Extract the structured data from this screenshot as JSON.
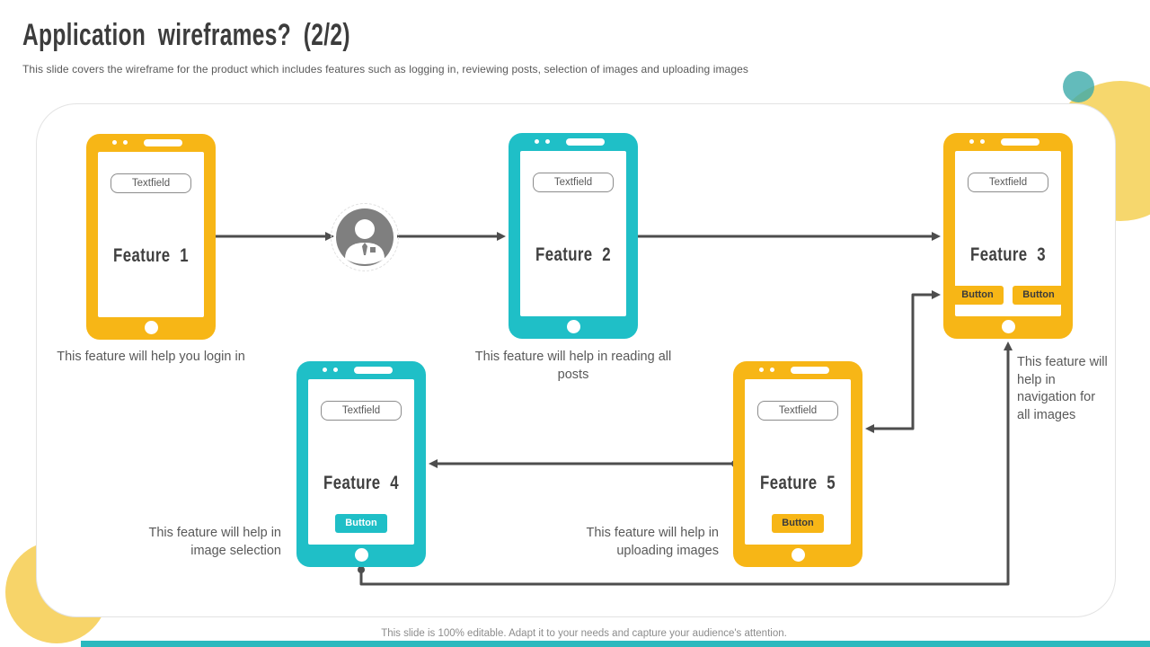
{
  "header": {
    "title": "Application wireframes? (2/2)",
    "subtitle": "This slide covers the wireframe for the product which includes features such as logging in, reviewing posts, selection of images and uploading images"
  },
  "phones": [
    {
      "label": "Feature 1",
      "textfield": "Textfield",
      "buttons": [],
      "caption": "This feature will help you login in",
      "color": "#f7b616"
    },
    {
      "label": "Feature 2",
      "textfield": "Textfield",
      "buttons": [],
      "caption": "This feature will help in reading all posts",
      "color": "#1fbfc7"
    },
    {
      "label": "Feature 3",
      "textfield": "Textfield",
      "buttons": [
        "Button",
        "Button"
      ],
      "caption": "This feature will help in navigation for all images",
      "color": "#f7b616"
    },
    {
      "label": "Feature 4",
      "textfield": "Textfield",
      "buttons": [
        "Button"
      ],
      "caption": "This feature will help in image selection",
      "color": "#1fbfc7"
    },
    {
      "label": "Feature 5",
      "textfield": "Textfield",
      "buttons": [
        "Button"
      ],
      "caption": "This feature will help in uploading images",
      "color": "#f7b616"
    }
  ],
  "footer": {
    "note": "This slide is 100% editable. Adapt it to your needs and capture your audience's attention."
  },
  "palette": {
    "yellow": "#f7b616",
    "teal": "#1fbfc7",
    "arrow_gray": "#4d4d4d",
    "deco_yellow": "#f6d76d",
    "deco_teal": "#3caaaa",
    "text_dark": "#3c3c3c",
    "text_gray": "#595959"
  }
}
